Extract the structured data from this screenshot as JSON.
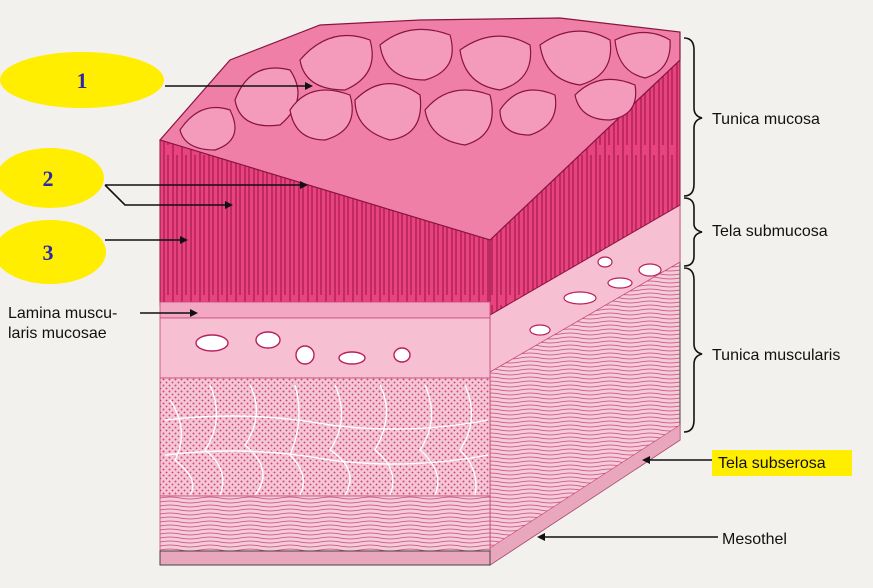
{
  "markers": [
    "1",
    "2",
    "3"
  ],
  "labels": {
    "tunica_mucosa": "Tunica mucosa",
    "tela_submucosa": "Tela submucosa",
    "tunica_muscularis": "Tunica muscularis",
    "tela_subserosa": "Tela subserosa",
    "mesothel": "Mesothel",
    "lamina_line1": "Lamina muscu-",
    "lamina_line2": "laris mucosae"
  },
  "colors": {
    "mucosa": "#e8437f",
    "mucosa_dark": "#b81f5c",
    "submucosa": "#f6bfd2",
    "muscle": "#f4cbd8",
    "muscle_dots": "#d9467a",
    "marker_fill": "#ffee00",
    "marker_text": "#2a2aa8",
    "highlight": "#ffee00"
  }
}
